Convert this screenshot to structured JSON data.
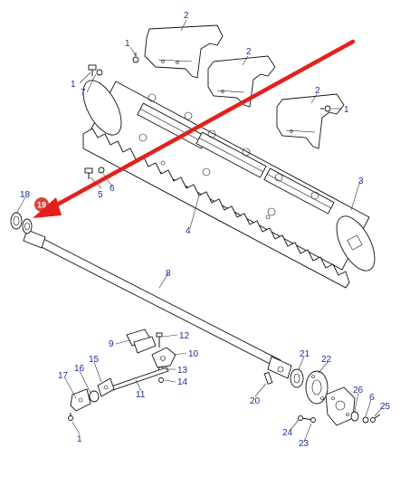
{
  "callouts": {
    "c1": "1",
    "c2": "2",
    "c3": "3",
    "c4": "4",
    "c5": "5",
    "c6": "6",
    "c7": "7",
    "c8": "8",
    "c9": "9",
    "c10": "10",
    "c11": "11",
    "c12": "12",
    "c13": "13",
    "c14": "14",
    "c15": "15",
    "c16": "16",
    "c17": "17",
    "c18": "18",
    "c19": "19",
    "c20": "20",
    "c21": "21",
    "c22": "22",
    "c23": "23",
    "c24": "24",
    "c25": "25",
    "c26": "26"
  },
  "colors": {
    "callout_text": "#1a2f9e",
    "highlight_badge": "#e0403a",
    "arrow": "#e3211c",
    "line": "#111111"
  }
}
